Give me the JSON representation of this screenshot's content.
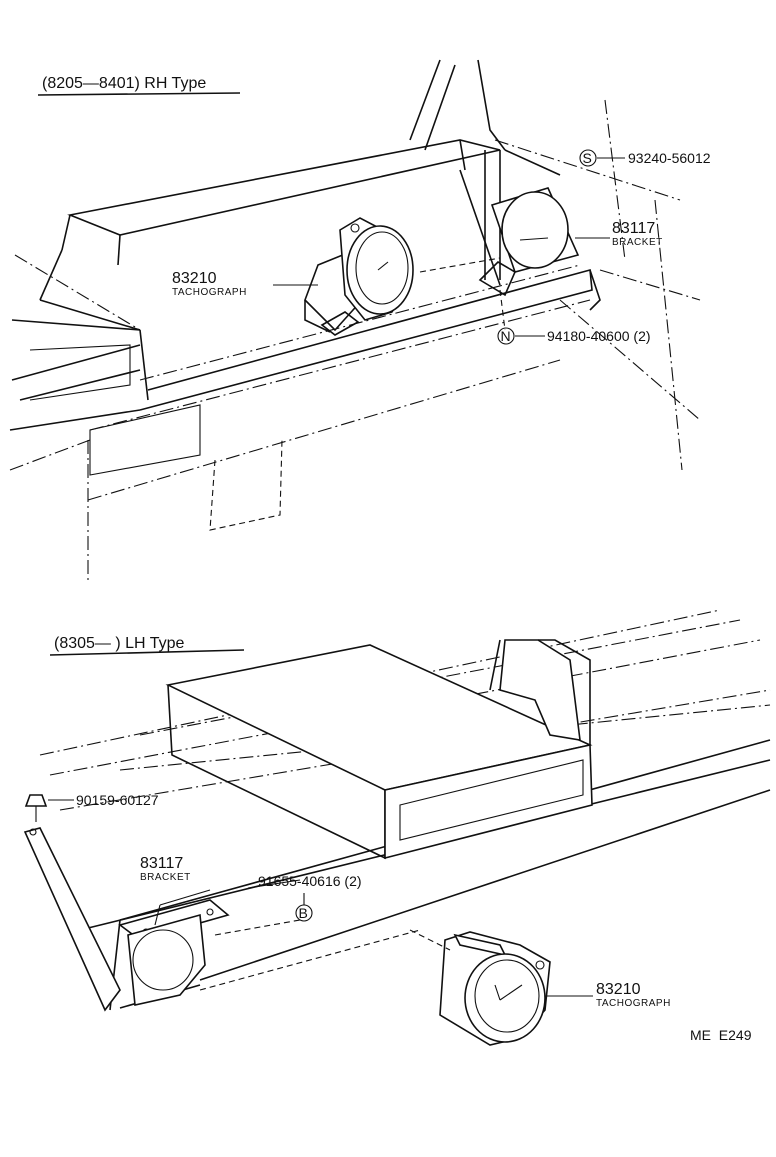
{
  "sections": {
    "rh": {
      "title": "(8205—8401) RH Type",
      "parts": {
        "screw_s": {
          "symbol": "S",
          "number": "93240-56012"
        },
        "bracket": {
          "number": "83117",
          "description": "BRACKET"
        },
        "tachograph": {
          "number": "83210",
          "description": "TACHOGRAPH"
        },
        "nut_n": {
          "symbol": "N",
          "number": "94180-40600 (2)"
        }
      }
    },
    "lh": {
      "title": "(8305—        ) LH Type",
      "parts": {
        "screw": {
          "number": "90159-60127"
        },
        "bracket": {
          "number": "83117",
          "description": "BRACKET"
        },
        "bolt_b": {
          "symbol": "B",
          "number": "91655-40616 (2)"
        },
        "tachograph": {
          "number": "83210",
          "description": "TACHOGRAPH"
        }
      }
    }
  },
  "figure_code": "ME  E249"
}
